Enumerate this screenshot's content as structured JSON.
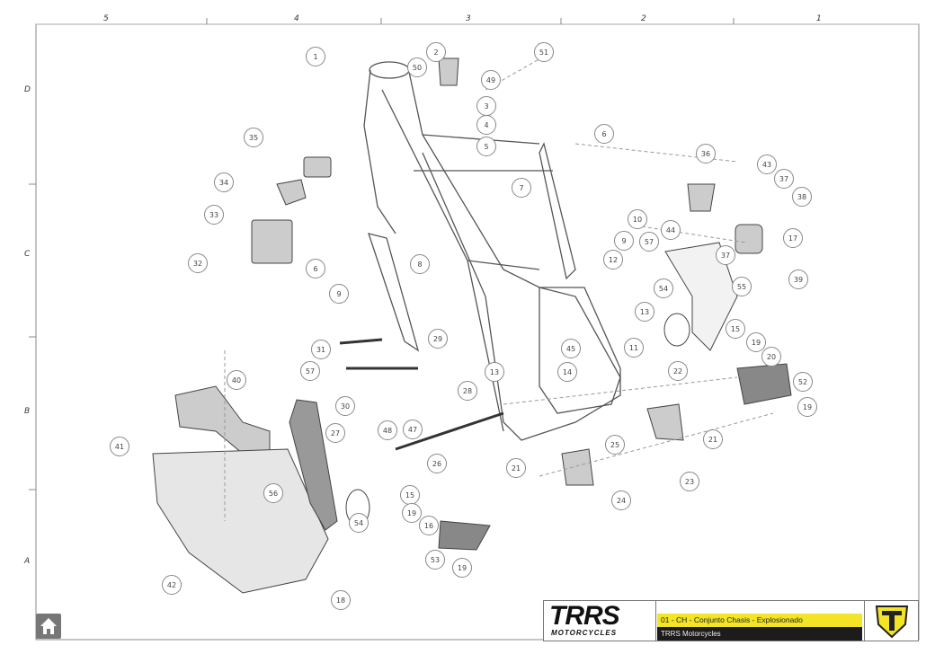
{
  "ruler": {
    "columns": [
      "5",
      "4",
      "3",
      "2",
      "1"
    ],
    "rows": [
      "D",
      "C",
      "B",
      "A"
    ]
  },
  "callouts": [
    "1",
    "2",
    "51",
    "50",
    "49",
    "3",
    "4",
    "5",
    "6",
    "35",
    "36",
    "43",
    "37",
    "38",
    "7",
    "34",
    "10",
    "33",
    "44",
    "9",
    "17",
    "57",
    "32",
    "6",
    "8",
    "12",
    "39",
    "55",
    "54",
    "13",
    "9",
    "15",
    "29",
    "45",
    "11",
    "19",
    "31",
    "20",
    "13",
    "14",
    "57",
    "22",
    "52",
    "28",
    "40",
    "30",
    "48",
    "47",
    "19",
    "27",
    "25",
    "21",
    "41",
    "26",
    "23",
    "21",
    "56",
    "24",
    "15",
    "54",
    "19",
    "16",
    "42",
    "53",
    "19",
    "18",
    "37"
  ],
  "title_block": {
    "logo_main": "TRRS",
    "logo_sub": "MOTORCYCLES",
    "drawing_title": "01 - CH - Conjunto Chasis - Explosionado",
    "company": "TRRS Motorcycles",
    "colors": {
      "yellow": "#f3e426",
      "black": "#1c1c1c"
    }
  },
  "home_button": {
    "icon": "home-icon"
  }
}
